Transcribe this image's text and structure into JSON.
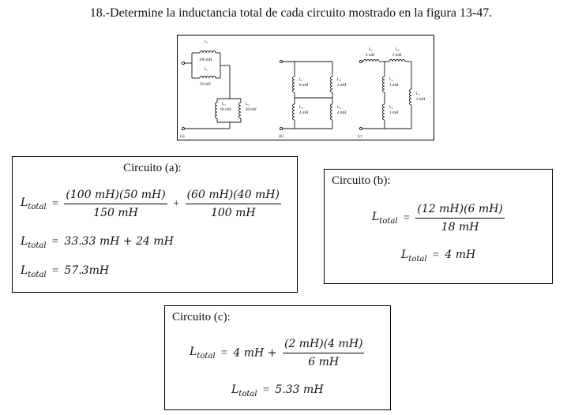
{
  "problem": {
    "title": "18.-Determine la inductancia total de cada circuito mostrado en la figura 13-47."
  },
  "figure": {
    "circuit_a": {
      "tag": "(a)",
      "l1_name": "L₁",
      "l1_value": "100 mH",
      "l2_name": "L₂",
      "l2_value": "50 mH",
      "l3_name": "L₃",
      "l3_value": "60 mH",
      "l4_name": "L₄",
      "l4_value": "40 mH"
    },
    "circuit_b": {
      "tag": "(b)",
      "l1_name": "L₁",
      "l1_value": "8 mH",
      "l2_name": "L₂",
      "l2_value": "4 mH",
      "l3_name": "L₃",
      "l3_value": "2 mH",
      "l4_name": "L₄",
      "l4_value": "4 mH"
    },
    "circuit_c": {
      "tag": "(c)",
      "l1_name": "L₁",
      "l1_value": "4 mH",
      "l2_name": "L₂",
      "l2_value": "2 mH",
      "l3_name": "L₃",
      "l3_value": "1 mH",
      "l4_name": "L₄",
      "l4_value": "1 mH",
      "l5_name": "L₅",
      "l5_value": "2 mH"
    }
  },
  "solutions": {
    "a": {
      "heading": "Circuito (a):",
      "L": "L",
      "sub": "total",
      "eq": "=",
      "plus": "+",
      "f1_num": "(100 mH)(50 mH)",
      "f1_den": "150 mH",
      "f2_num": "(60 mH)(40 mH)",
      "f2_den": "100 mH",
      "line2_rhs": "33.33 mH + 24 mH",
      "line3_rhs": "57.3mH"
    },
    "b": {
      "heading": "Circuito (b):",
      "L": "L",
      "sub": "total",
      "eq": "=",
      "f_num": "(12 mH)(6 mH)",
      "f_den": "18 mH",
      "line2_rhs": "4 mH"
    },
    "c": {
      "heading": "Circuito (c):",
      "L": "L",
      "sub": "total",
      "eq": "=",
      "lead": "4 mH +",
      "f_num": "(2 mH)(4 mH)",
      "f_den": "6 mH",
      "line2_rhs": "5.33 mH"
    }
  }
}
